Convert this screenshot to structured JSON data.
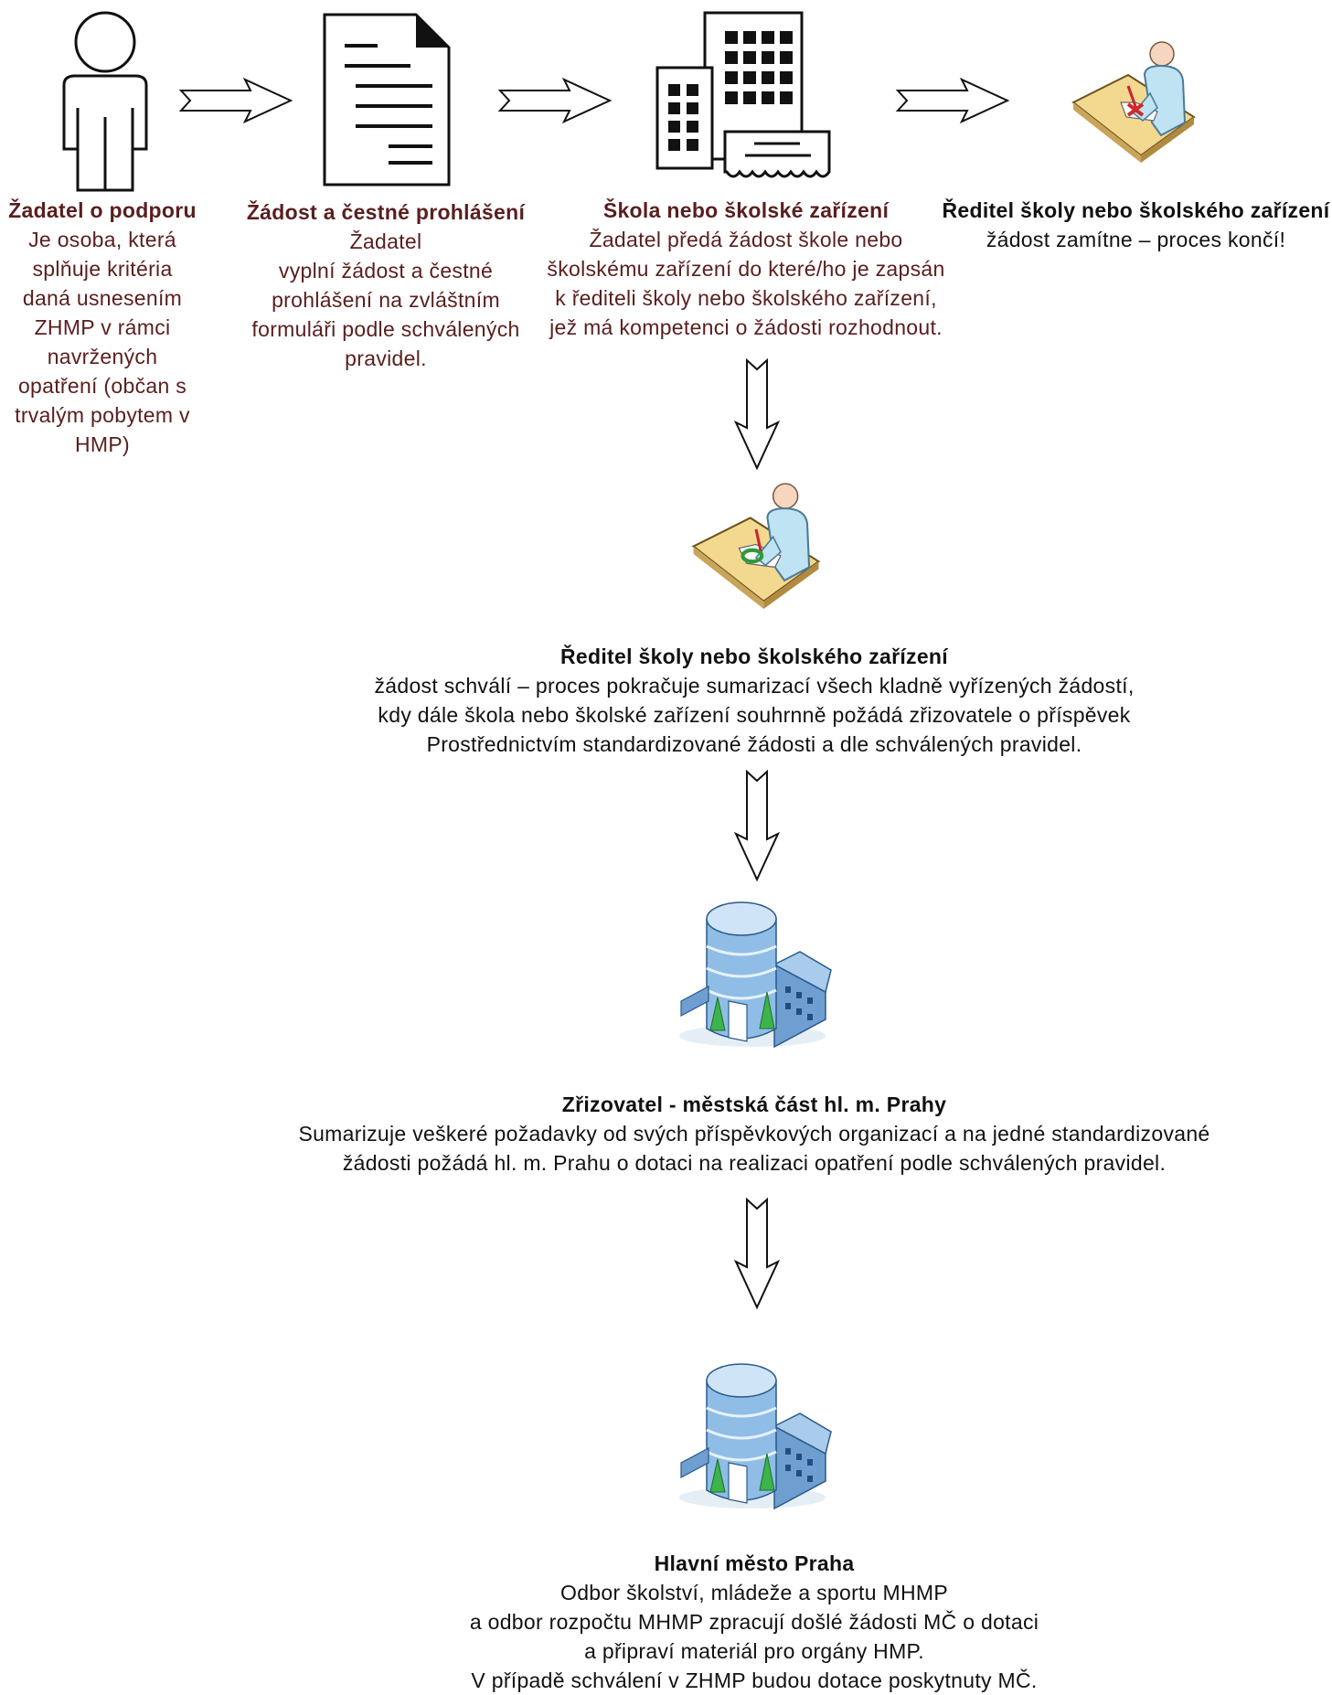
{
  "steps": [
    {
      "title": "Žadatel o podporu",
      "body": "Je osoba, která\nsplňuje kritéria\ndaná usnesením\nZHMP v rámci\nnavržených\nopatření (občan s\ntrvalým pobytem v\nHMP)",
      "icon": "person-outline-icon"
    },
    {
      "title": "Žádost a čestné prohlášení",
      "body": "Žadatel\nvyplní žádost a čestné\nprohlášení na zvláštním\nformuláři podle schválených\npravidel.",
      "icon": "document-icon"
    },
    {
      "title": "Škola nebo školské zařízení",
      "body": "Žadatel předá žádost škole nebo\nškolskému zařízení do které/ho je zapsán\nk řediteli školy nebo školského zařízení,\njež má kompetenci o žádosti rozhodnout.",
      "icon": "school-building-icon"
    },
    {
      "title": "Ředitel školy nebo školského zařízení",
      "body": "žádost zamítne – proces končí!",
      "icon": "director-reject-icon"
    },
    {
      "title": "Ředitel školy nebo školského zařízení",
      "body": "žádost schválí – proces pokračuje sumarizací  všech kladně vyřízených žádostí,\nkdy dále škola nebo školské zařízení  souhrnně požádá zřizovatele o příspěvek\nProstřednictvím standardizované žádosti a dle schválených pravidel.",
      "icon": "director-approve-icon"
    },
    {
      "title": "Zřizovatel - městská část hl. m. Prahy",
      "body": "Sumarizuje veškeré požadavky od svých příspěvkových organizací a na jedné standardizované\nžádosti požádá hl. m. Prahu o dotaci na realizaci opatření podle schválených pravidel.",
      "icon": "office-building-icon"
    },
    {
      "title": "Hlavní město Praha",
      "body": "Odbor školství, mládeže a sportu MHMP\na odbor rozpočtu MHMP zpracují došlé žádosti MČ o dotaci\na připraví materiál pro orgány HMP.\nV případě schválení v ZHMP budou dotace poskytnuty MČ.",
      "icon": "office-building-icon"
    }
  ],
  "colors": {
    "text": "#111111",
    "maroon": "#5a1e1e",
    "desk": "#f3d98f",
    "person": "#bfe3f3",
    "building": "#7fb2de",
    "tree": "#3cb44b",
    "reject": "#d02a2a",
    "approve": "#2f9a38"
  }
}
